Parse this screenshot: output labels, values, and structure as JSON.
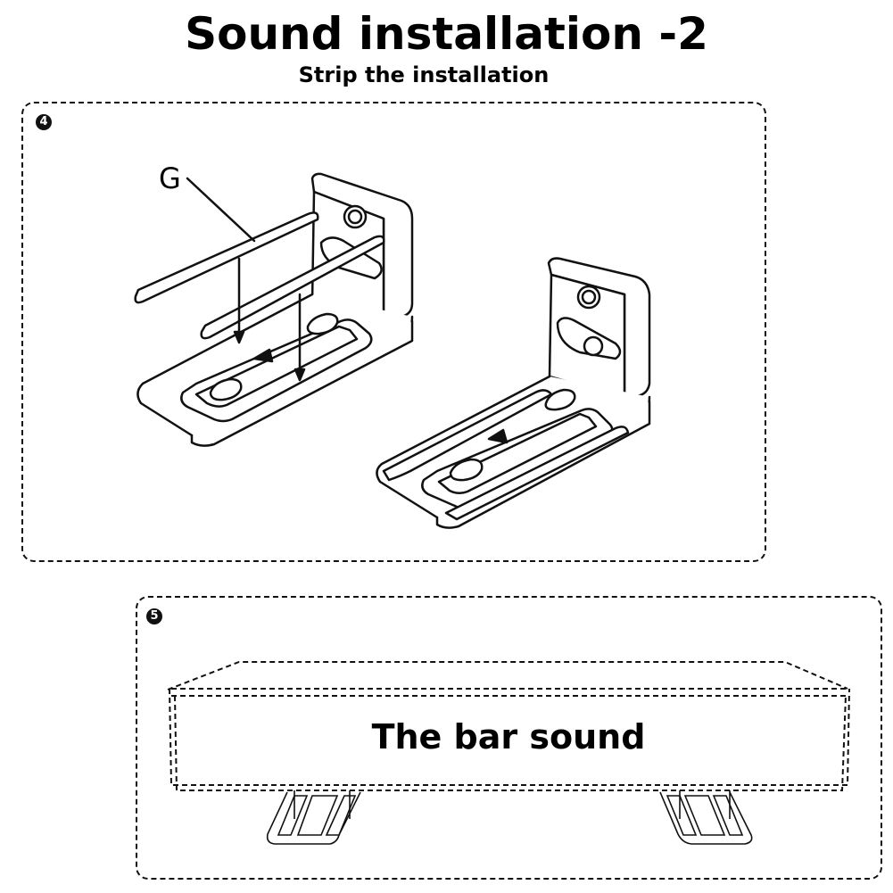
{
  "header": {
    "title": "Sound installation -2",
    "subtitle": "Strip the installation"
  },
  "steps": [
    {
      "number": "4",
      "callout_label": "G",
      "description": "Adhesive strips G placed onto the L-shaped wall brackets"
    },
    {
      "number": "5",
      "bar_label": "The bar sound",
      "description": "Sound bar placed on two brackets"
    }
  ]
}
